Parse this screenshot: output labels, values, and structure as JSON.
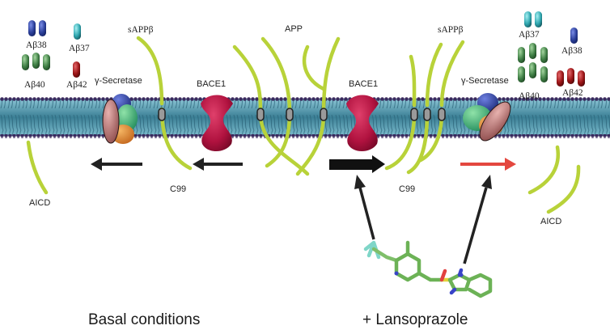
{
  "labels": {
    "ab38_left": "Aβ38",
    "ab37_left": "Aβ37",
    "ab40_left": "Aβ40",
    "ab42_left": "Aβ42",
    "sappb_left": "sAPPβ",
    "app": "APP",
    "sappb_right": "sAPPβ",
    "ab37_right": "Aβ37",
    "ab38_right": "Aβ38",
    "ab40_right": "Aβ40",
    "ab42_right": "Aβ42",
    "gamma_left": "γ-Secretase",
    "bace1_left": "BACE1",
    "bace1_right": "BACE1",
    "gamma_right": "γ-Secretase",
    "c99_left": "C99",
    "c99_right": "C99",
    "aicd_left": "AICD",
    "aicd_right": "AICD"
  },
  "captions": {
    "basal": "Basal conditions",
    "lansoprazole": "+ Lansoprazole"
  },
  "colors": {
    "membrane_top": "#6fb3c8",
    "membrane_mid": "#2e6f86",
    "membrane_head": "#2b1f4a",
    "protein_strand": "#b8d239",
    "bace1": "#b0123f",
    "ab38": "#2b3f9a",
    "ab37": "#2fa7b0",
    "ab40": "#3f7f45",
    "ab42": "#9b1416",
    "arrow_basal": "#222222",
    "arrow_lansoprazole": "#e4473f"
  },
  "molecule": "lansoprazole-structure"
}
